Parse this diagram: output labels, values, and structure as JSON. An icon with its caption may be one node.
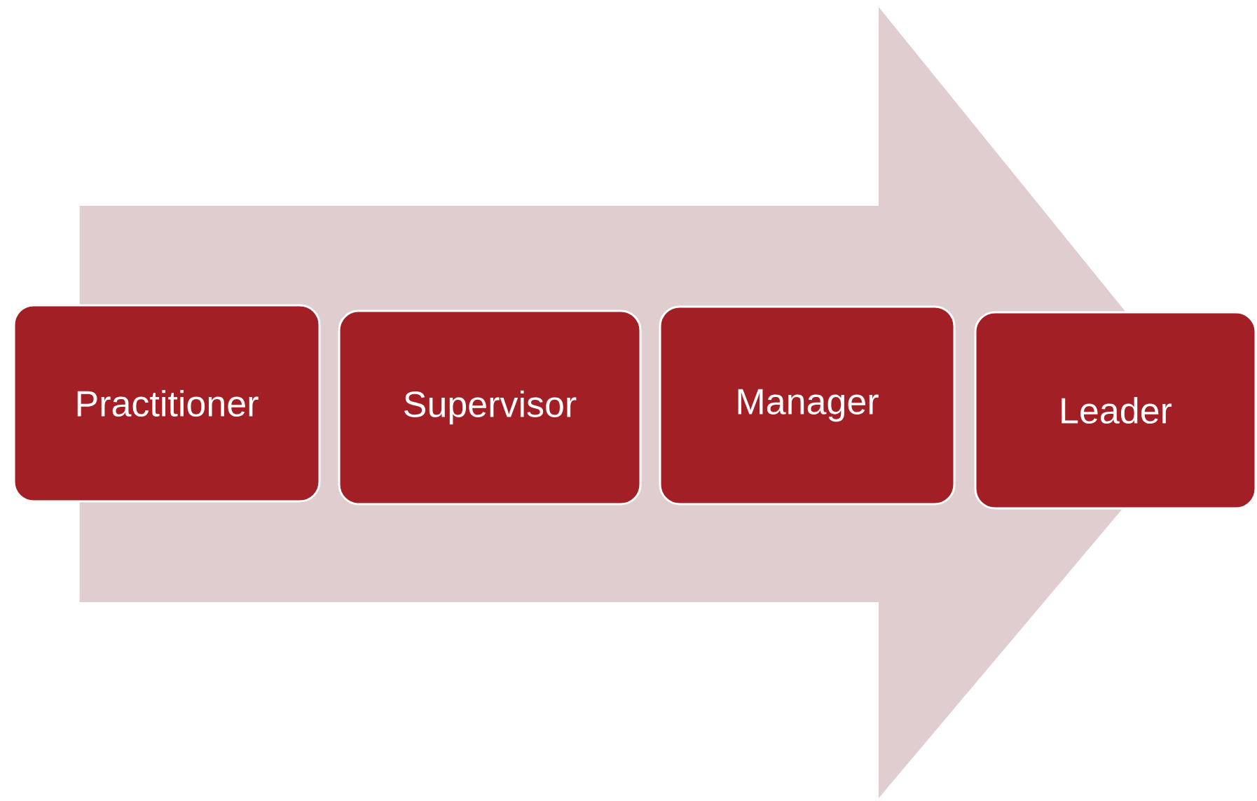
{
  "diagram": {
    "nodes": [
      {
        "text": [
          "Practitioner"
        ]
      },
      {
        "text": [
          "Supervisor"
        ]
      },
      {
        "text": [
          "Manager"
        ]
      },
      {
        "text": [
          "Leader"
        ]
      }
    ],
    "edges": [
      {
        "from": 0,
        "to": 3,
        "arrow": "to"
      }
    ]
  }
}
